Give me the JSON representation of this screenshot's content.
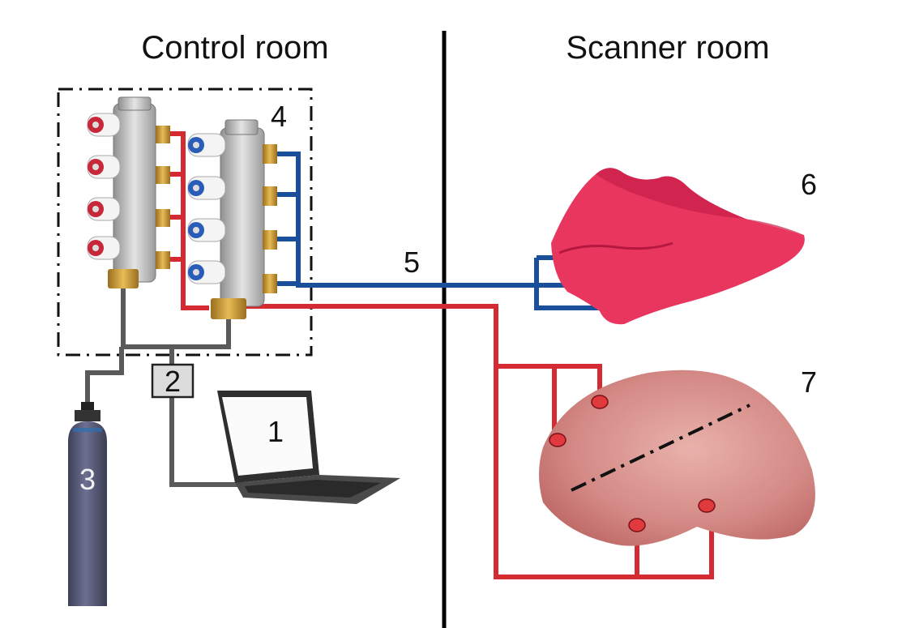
{
  "rooms": {
    "left_title": "Control room",
    "right_title": "Scanner room"
  },
  "labels": {
    "laptop": "1",
    "box": "2",
    "cylinder": "3",
    "manifold": "4",
    "tubes": "5",
    "mouthguard": "6",
    "tongue": "7"
  },
  "colors": {
    "red_tube": "#d42a32",
    "blue_tube": "#1a4f9c",
    "gray_tube": "#5a5a5a",
    "mouthguard": "#e8365f",
    "tongue": "#d48a86",
    "cylinder": "#5a5d78",
    "divider": "#000000"
  },
  "icons": {
    "laptop": "laptop-icon",
    "cylinder": "gas-cylinder-icon",
    "mouthguard": "mouthguard-icon",
    "tongue": "tongue-icon",
    "manifold": "valve-manifold-icon"
  }
}
